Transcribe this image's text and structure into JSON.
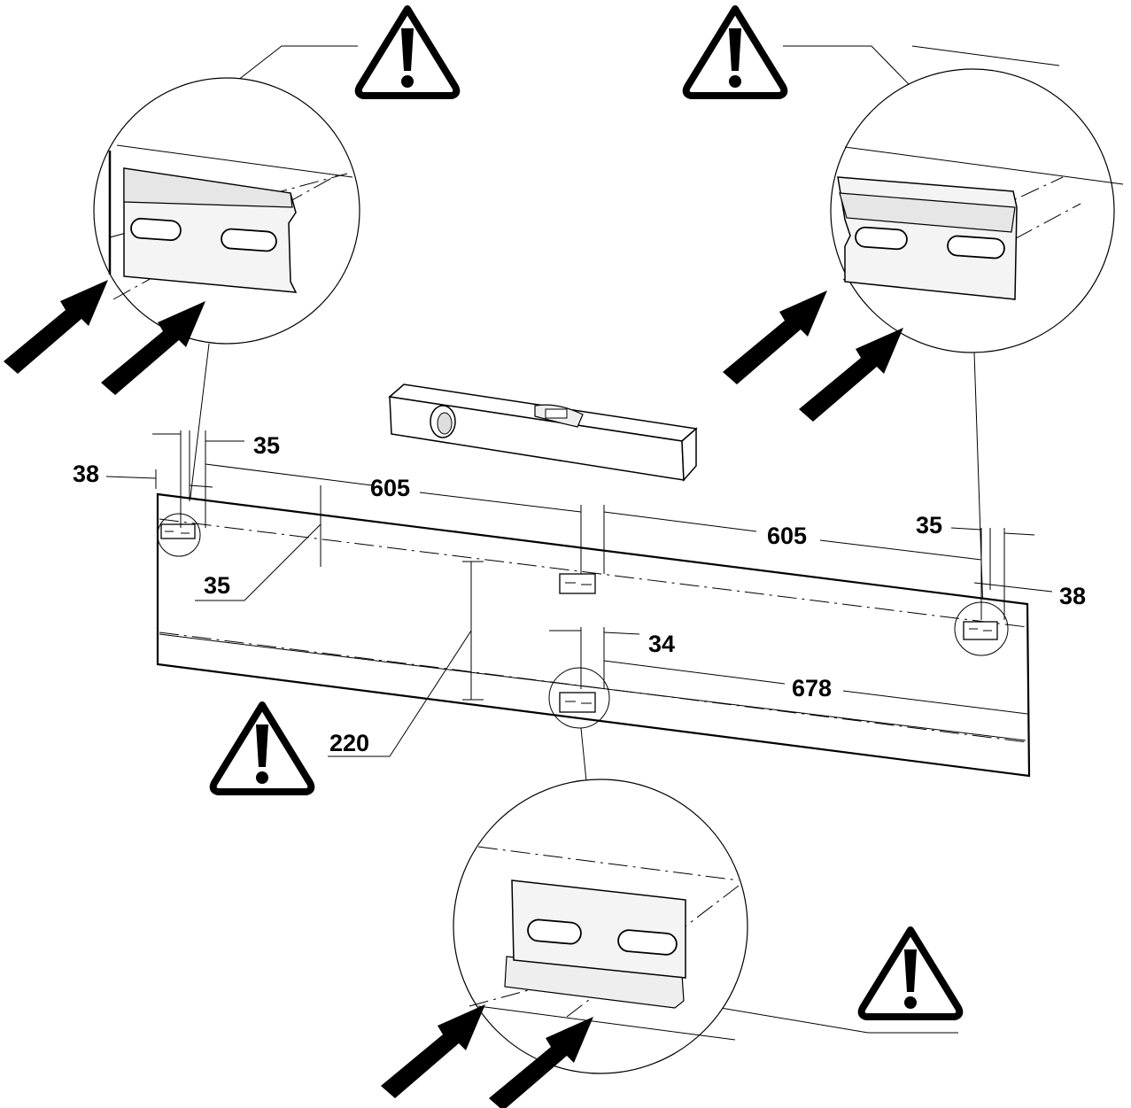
{
  "dimensions": {
    "top_left_offset": "35",
    "left_edge": "38",
    "left_to_center": "605",
    "center_to_right": "605",
    "left_vertical": "35",
    "right_offset": "35",
    "right_edge": "38",
    "bottom_offset": "34",
    "bottom_to_right": "678",
    "height_between": "220"
  },
  "icons": {
    "warning": "warning-triangle-icon",
    "arrow": "push-arrow-icon",
    "level": "spirit-level-icon",
    "bracket": "wall-bracket-icon"
  },
  "colors": {
    "ink": "#000000",
    "paper": "#ffffff"
  }
}
